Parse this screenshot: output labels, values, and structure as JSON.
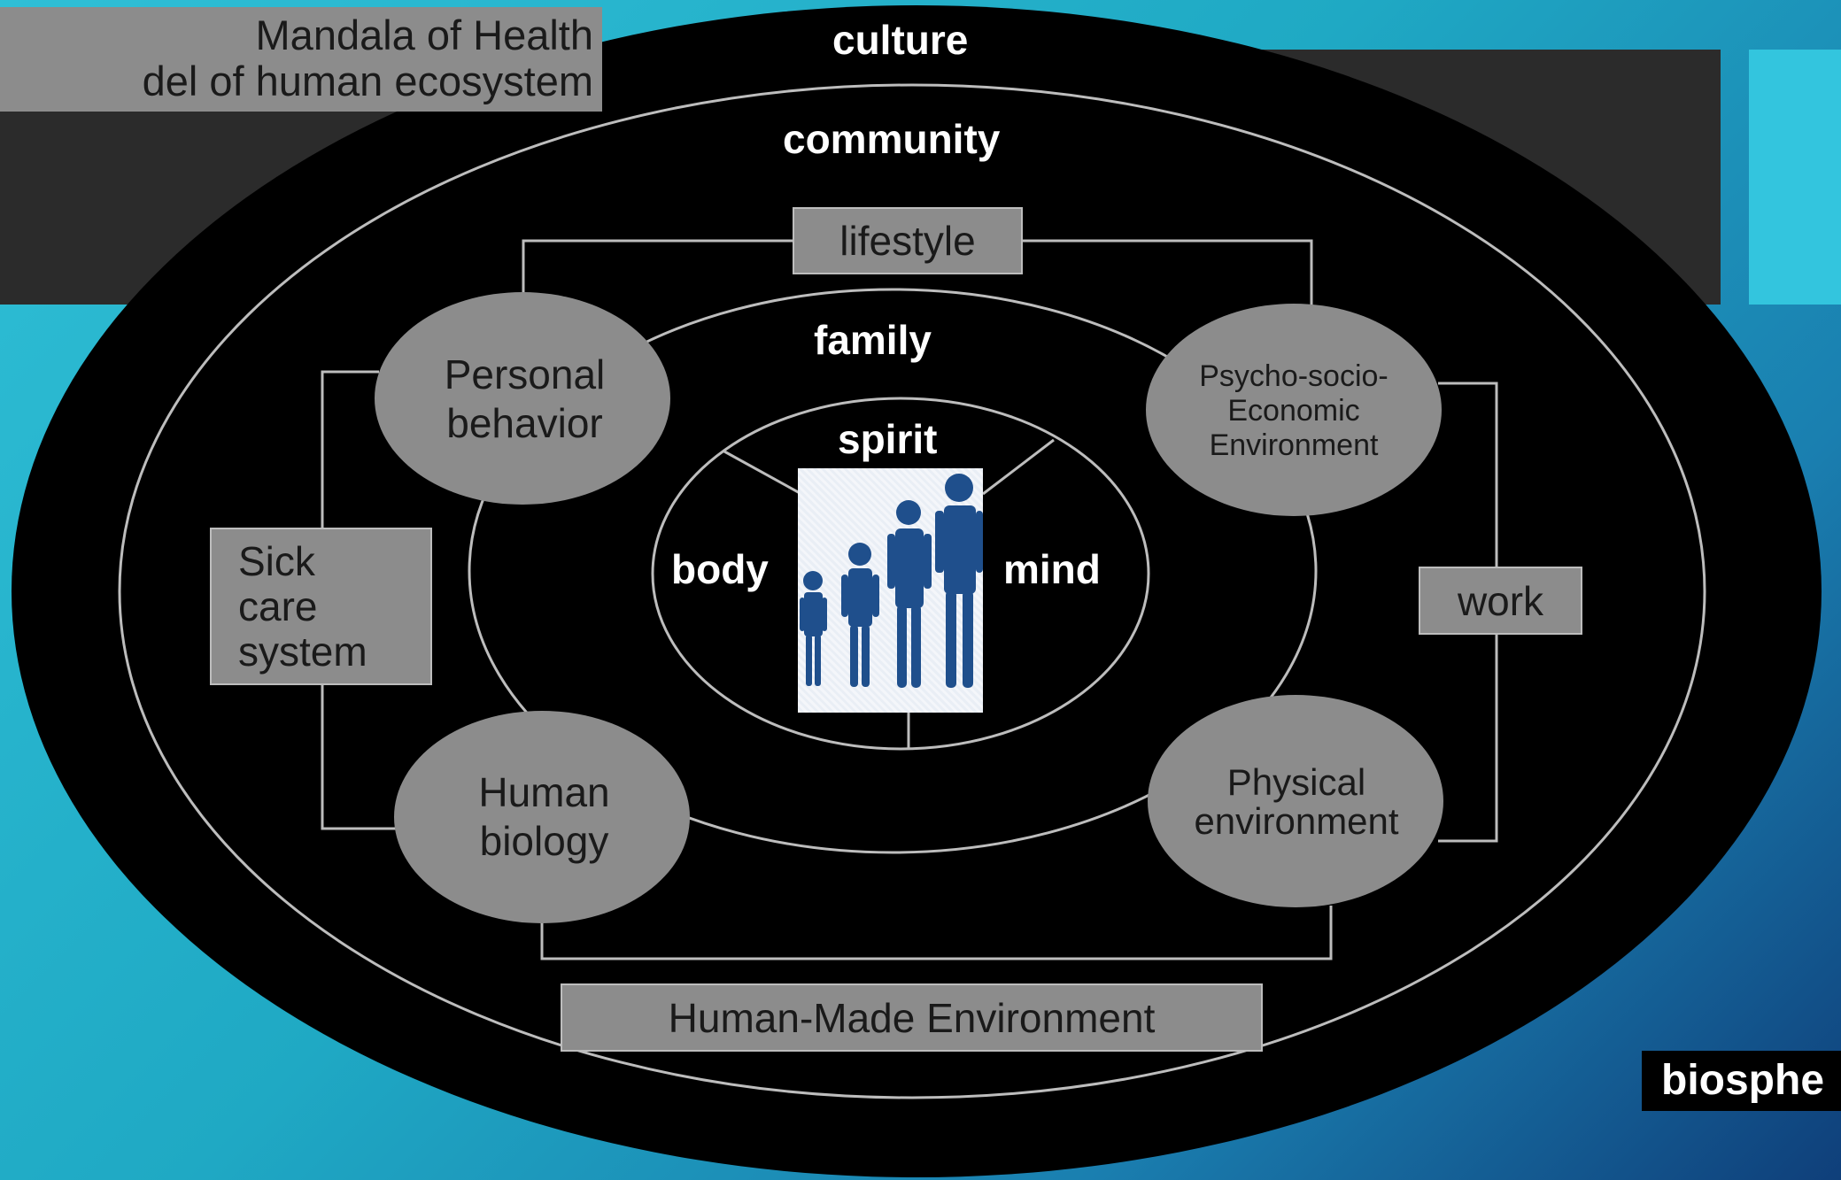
{
  "title": {
    "line1": "Mandala of Health",
    "line2": "del of human ecosystem"
  },
  "rings": {
    "culture": "culture",
    "community": "community",
    "family": "family",
    "spirit": "spirit",
    "body": "body",
    "mind": "mind"
  },
  "nodes": {
    "personal_behavior": [
      "Personal",
      "behavior"
    ],
    "psycho_socio": [
      "Psycho-socio-",
      "Economic",
      "Environment"
    ],
    "human_biology": [
      "Human",
      "biology"
    ],
    "physical_environment": [
      "Physical",
      "environment"
    ]
  },
  "boxes": {
    "lifestyle": "lifestyle",
    "sick_care": [
      "Sick",
      "care",
      "system"
    ],
    "work": "work",
    "human_made": "Human-Made Environment"
  },
  "biosphere": "biosphe",
  "colors": {
    "background_start": "#2fbfd6",
    "background_end": "#0f3f7a",
    "diagram_black": "#000000",
    "node_gray": "#8c8c8c",
    "line_gray": "#bdbdbd",
    "people_blue": "#1f4f8c"
  },
  "icons": {
    "center_image": "family-people-icon"
  }
}
